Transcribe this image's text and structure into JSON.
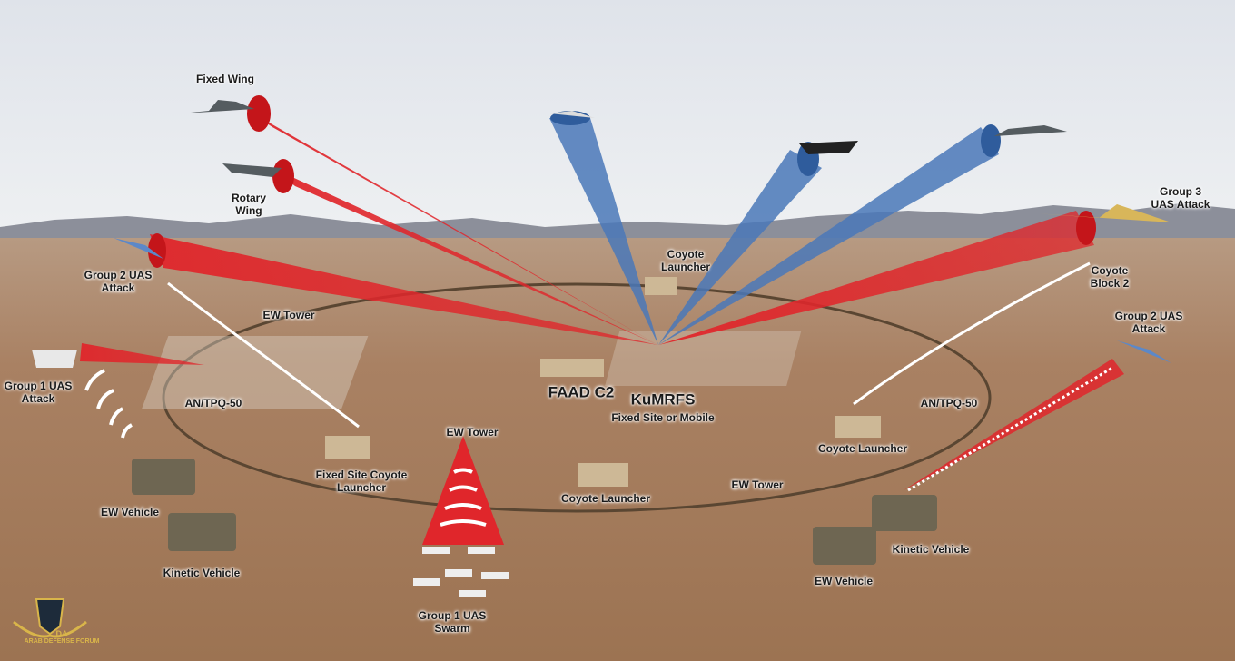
{
  "labels": {
    "fixed_wing": "Fixed Wing",
    "rotary_wing": "Rotary Wing",
    "group2_uas_left": "Group 2 UAS Attack",
    "ew_tower_top": "EW Tower",
    "group1_uas": "Group 1 UAS Attack",
    "antpq_left": "AN/TPQ-50",
    "coyote_launcher_top": "Coyote Launcher",
    "faad_c2": "FAAD C2",
    "kumrfs": "KuMRFS",
    "kumrfs_sub": "Fixed Site or Mobile",
    "group3_uas": "Group 3 UAS Attack",
    "coyote_block2": "Coyote Block 2",
    "group2_uas_right": "Group 2 UAS Attack",
    "antpq_right": "AN/TPQ-50",
    "coyote_launcher_right": "Coyote Launcher",
    "ew_tower_center": "EW Tower",
    "fixed_site_coyote": "Fixed Site Coyote Launcher",
    "coyote_launcher_bottom": "Coyote Launcher",
    "ew_tower_right": "EW Tower",
    "ew_vehicle_left": "EW Vehicle",
    "kinetic_vehicle_left": "Kinetic Vehicle",
    "kinetic_vehicle_right": "Kinetic Vehicle",
    "ew_vehicle_right": "EW Vehicle",
    "group1_swarm": "Group 1 UAS Swarm"
  },
  "watermark": {
    "logo_text": "DA",
    "name": "ARAB DEFENSE FORUM"
  },
  "colors": {
    "kinetic_beam": "#e0262b",
    "sensor_beam": "#4a78b8",
    "sky": "#e6e9ee",
    "desert": "#a7805f"
  }
}
